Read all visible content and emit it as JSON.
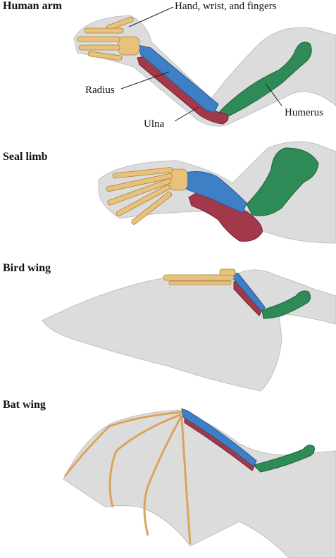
{
  "panels": [
    {
      "title": "Human arm"
    },
    {
      "title": "Seal limb"
    },
    {
      "title": "Bird wing"
    },
    {
      "title": "Bat wing"
    }
  ],
  "labels": {
    "hand": "Hand, wrist, and fingers",
    "radius": "Radius",
    "ulna": "Ulna",
    "humerus": "Humerus"
  },
  "colors": {
    "bone_hand": "#e8c27a",
    "radius": "#3f7fc6",
    "ulna": "#a3384a",
    "humerus": "#2e8b57",
    "skin": "#dcdcdc"
  }
}
